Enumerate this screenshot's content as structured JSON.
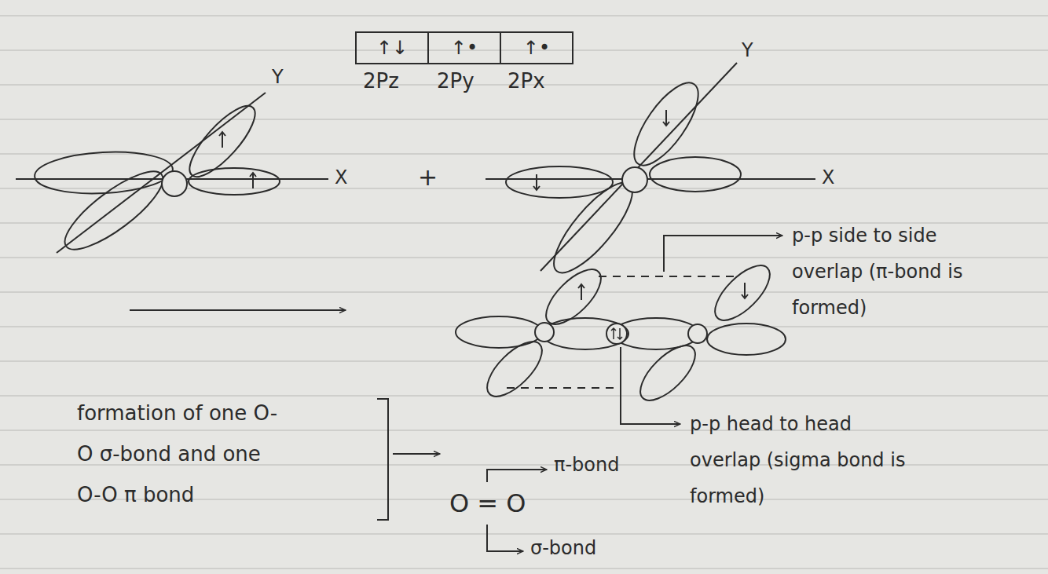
{
  "diagram": {
    "nodes": [
      {
        "text": [
          "↑↓"
        ]
      },
      {
        "text": [
          "↑•"
        ]
      },
      {
        "text": [
          "↑•"
        ]
      }
    ],
    "labels": [
      "2Pz",
      "2Py",
      "2Px",
      "Y",
      "X",
      "+",
      "X",
      "Y",
      "p-p side to side overlap (π-bond is formed)",
      "p-p head to head overlap (sigma bond is formed)",
      "formation of one O-O σ-bond and one O-O π bond",
      "O = O",
      "π-bond",
      "σ-bond"
    ]
  }
}
